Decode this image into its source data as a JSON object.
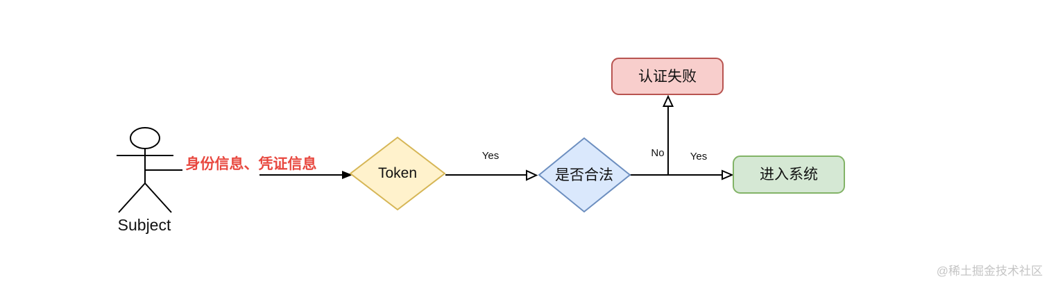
{
  "canvas": {
    "background": "#ffffff",
    "line_color": "#000000"
  },
  "diagram": {
    "actor": {
      "label": "Subject"
    },
    "message": {
      "text": "身份信息、凭证信息",
      "color": "#e8483f"
    },
    "nodes": {
      "token": {
        "label": "Token",
        "shape": "diamond",
        "fill": "#fff2cc",
        "stroke": "#d6b656"
      },
      "decision": {
        "label": "是否合法",
        "shape": "diamond",
        "fill": "#dae8fc",
        "stroke": "#6c8ebf"
      },
      "fail": {
        "label": "认证失败",
        "shape": "rounded-rect",
        "fill": "#f8cecc",
        "stroke": "#b85450"
      },
      "success": {
        "label": "进入系统",
        "shape": "rounded-rect",
        "fill": "#d5e8d4",
        "stroke": "#82b366"
      }
    },
    "edges": {
      "token_yes": {
        "label": "Yes"
      },
      "decision_no": {
        "label": "No"
      },
      "decision_yes": {
        "label": "Yes"
      }
    }
  },
  "watermark": {
    "text": "@稀土掘金技术社区",
    "color": "#c5c5c5"
  }
}
